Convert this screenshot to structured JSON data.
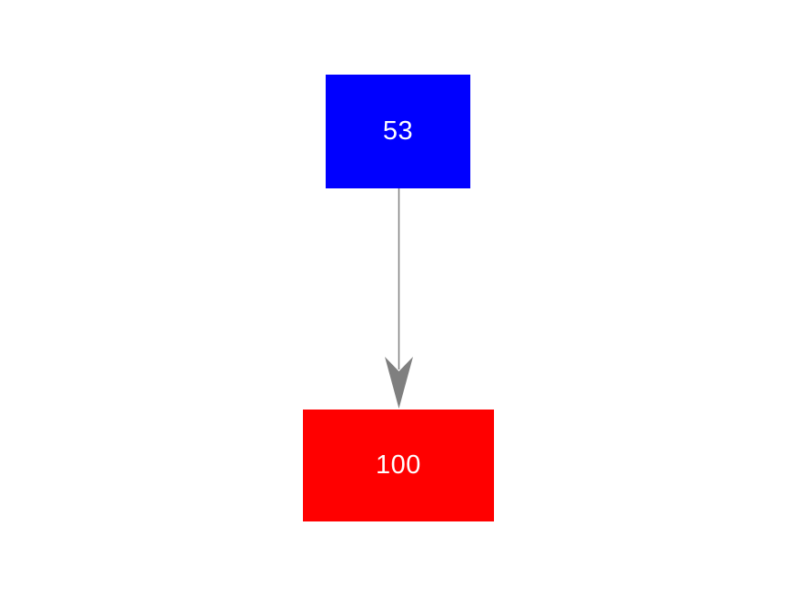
{
  "diagram": {
    "type": "flowchart",
    "background": "#ffffff",
    "nodes": [
      {
        "id": "source",
        "label": "53",
        "shape": "rectangle",
        "fill": "#0000ff",
        "text_color": "#ffffff"
      },
      {
        "id": "target",
        "label": "100",
        "shape": "rectangle",
        "fill": "#ff0000",
        "text_color": "#ffffff"
      }
    ],
    "edges": [
      {
        "from": "source",
        "to": "target",
        "direction": "down",
        "color": "#7f7f7f",
        "arrowhead": "dart"
      }
    ]
  }
}
